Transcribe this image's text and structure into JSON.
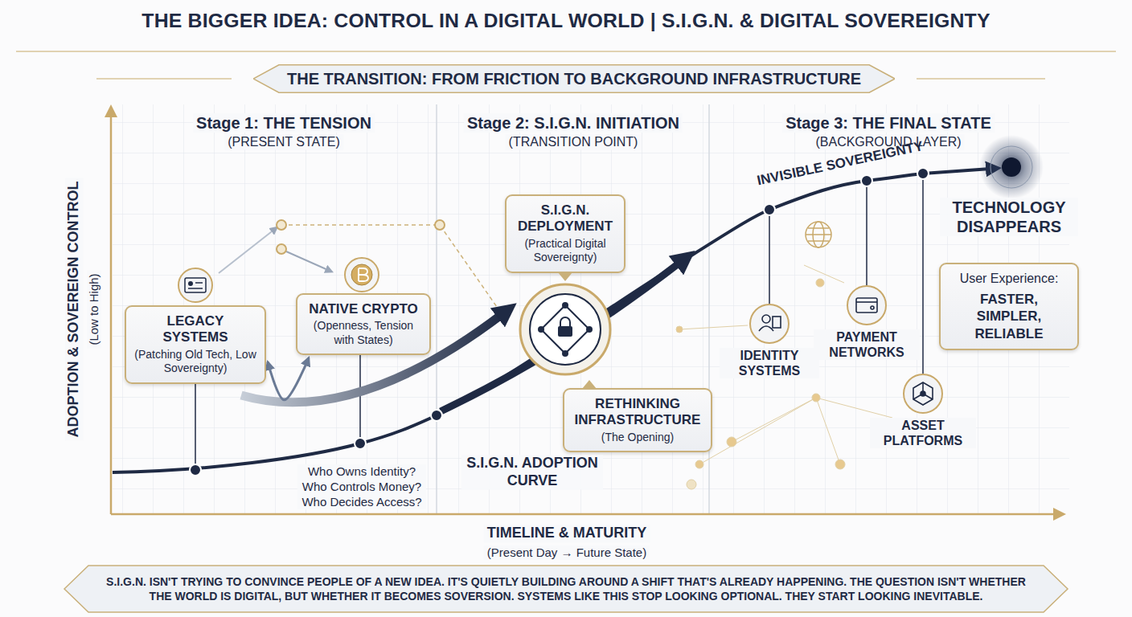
{
  "diagram": {
    "title": "THE BIGGER IDEA: CONTROL IN A DIGITAL WORLD | S.I.G.N. & DIGITAL SOVEREIGNTY",
    "caption": "S.I.G.N. ISN'T TRYING TO CONVINCE PEOPLE OF A NEW IDEA. IT'S QUIETLY BUILDING AROUND A SHIFT THAT'S ALREADY HAPPENING. THE QUESTION ISN'T WHETHER THE WORLD IS DIGITAL, BUT WHETHER IT BECOMES SOVERSION. SYSTEMS LIKE THIS STOP LOOKING OPTIONAL. THEY START LOOKING INEVITABLE.",
    "nodes": [
      {
        "text": [
          "THE TRANSITION: FROM FRICTION TO BACKGROUND INFRASTRUCTURE"
        ]
      },
      {
        "text": [
          "LEGACY SYSTEMS",
          "(Patching Old Tech, Low Sovereignty)"
        ]
      },
      {
        "text": [
          "NATIVE CRYPTO",
          "(Openness, Tension with States)"
        ]
      },
      {
        "text": [
          "S.I.G.N. DEPLOYMENT",
          "(Practical Digital Sovereignty)"
        ]
      },
      {
        "text": [
          "RETHINKING INFRASTRUCTURE",
          "(The Opening)"
        ]
      },
      {
        "text": [
          "IDENTITY SYSTEMS"
        ]
      },
      {
        "text": [
          "PAYMENT NETWORKS"
        ]
      },
      {
        "text": [
          "ASSET PLATFORMS"
        ]
      },
      {
        "text": [
          "User Experience:",
          "FASTER, SIMPLER, RELIABLE"
        ]
      }
    ],
    "edges": [
      {
        "from": 1,
        "to": 2,
        "arrow": "both"
      }
    ],
    "labels": [
      "Stage 1: THE TENSION",
      "(PRESENT STATE)",
      "Stage 2: S.I.G.N. INITIATION",
      "(TRANSITION POINT)",
      "Stage 3: THE FINAL STATE",
      "(BACKGROUND LAYER)",
      "ADOPTION & SOVEREIGN CONTROL",
      "(Low to High)",
      "INVISIBLE SOVEREIGNTY",
      "TECHNOLOGY DISAPPEARS",
      "S.I.G.N. ADOPTION CURVE",
      "Who Owns Identity? Who Controls Money? Who Decides Access?",
      "TIMELINE & MATURITY",
      "(Present Day → Future State)"
    ]
  }
}
